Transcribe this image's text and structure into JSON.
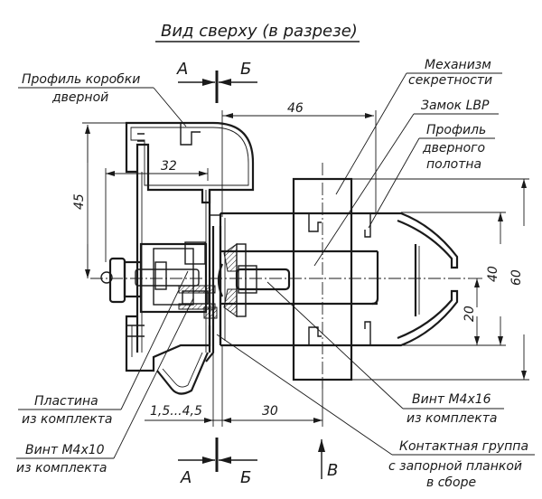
{
  "title": "Вид сверху (в разрезе)",
  "section_marks": {
    "left": "А",
    "right": "Б",
    "view": "В"
  },
  "callouts": {
    "frame_profile": [
      "Профиль коробки",
      "дверной"
    ],
    "secrecy_mechanism": [
      "Механизм",
      "секретности"
    ],
    "lock": [
      "Замок LBP"
    ],
    "door_leaf_profile": [
      "Профиль",
      "дверного",
      "полотна"
    ],
    "plate": [
      "Пластина",
      "из комплекта"
    ],
    "screw_m4x10": [
      "Винт М4х10",
      "из комплекта"
    ],
    "screw_m4x16": [
      "Винт М4х16",
      "из комплекта"
    ],
    "contact_group": [
      "Контактная группа",
      "с запорной планкой",
      "в сборе"
    ]
  },
  "dimensions": {
    "d46": "46",
    "d32": "32",
    "d45": "45",
    "d60": "60",
    "d40": "40",
    "d20": "20",
    "d30": "30",
    "gap": "1,5...4,5"
  },
  "colors": {
    "ink": "#1a1a1a",
    "background": "#ffffff"
  }
}
